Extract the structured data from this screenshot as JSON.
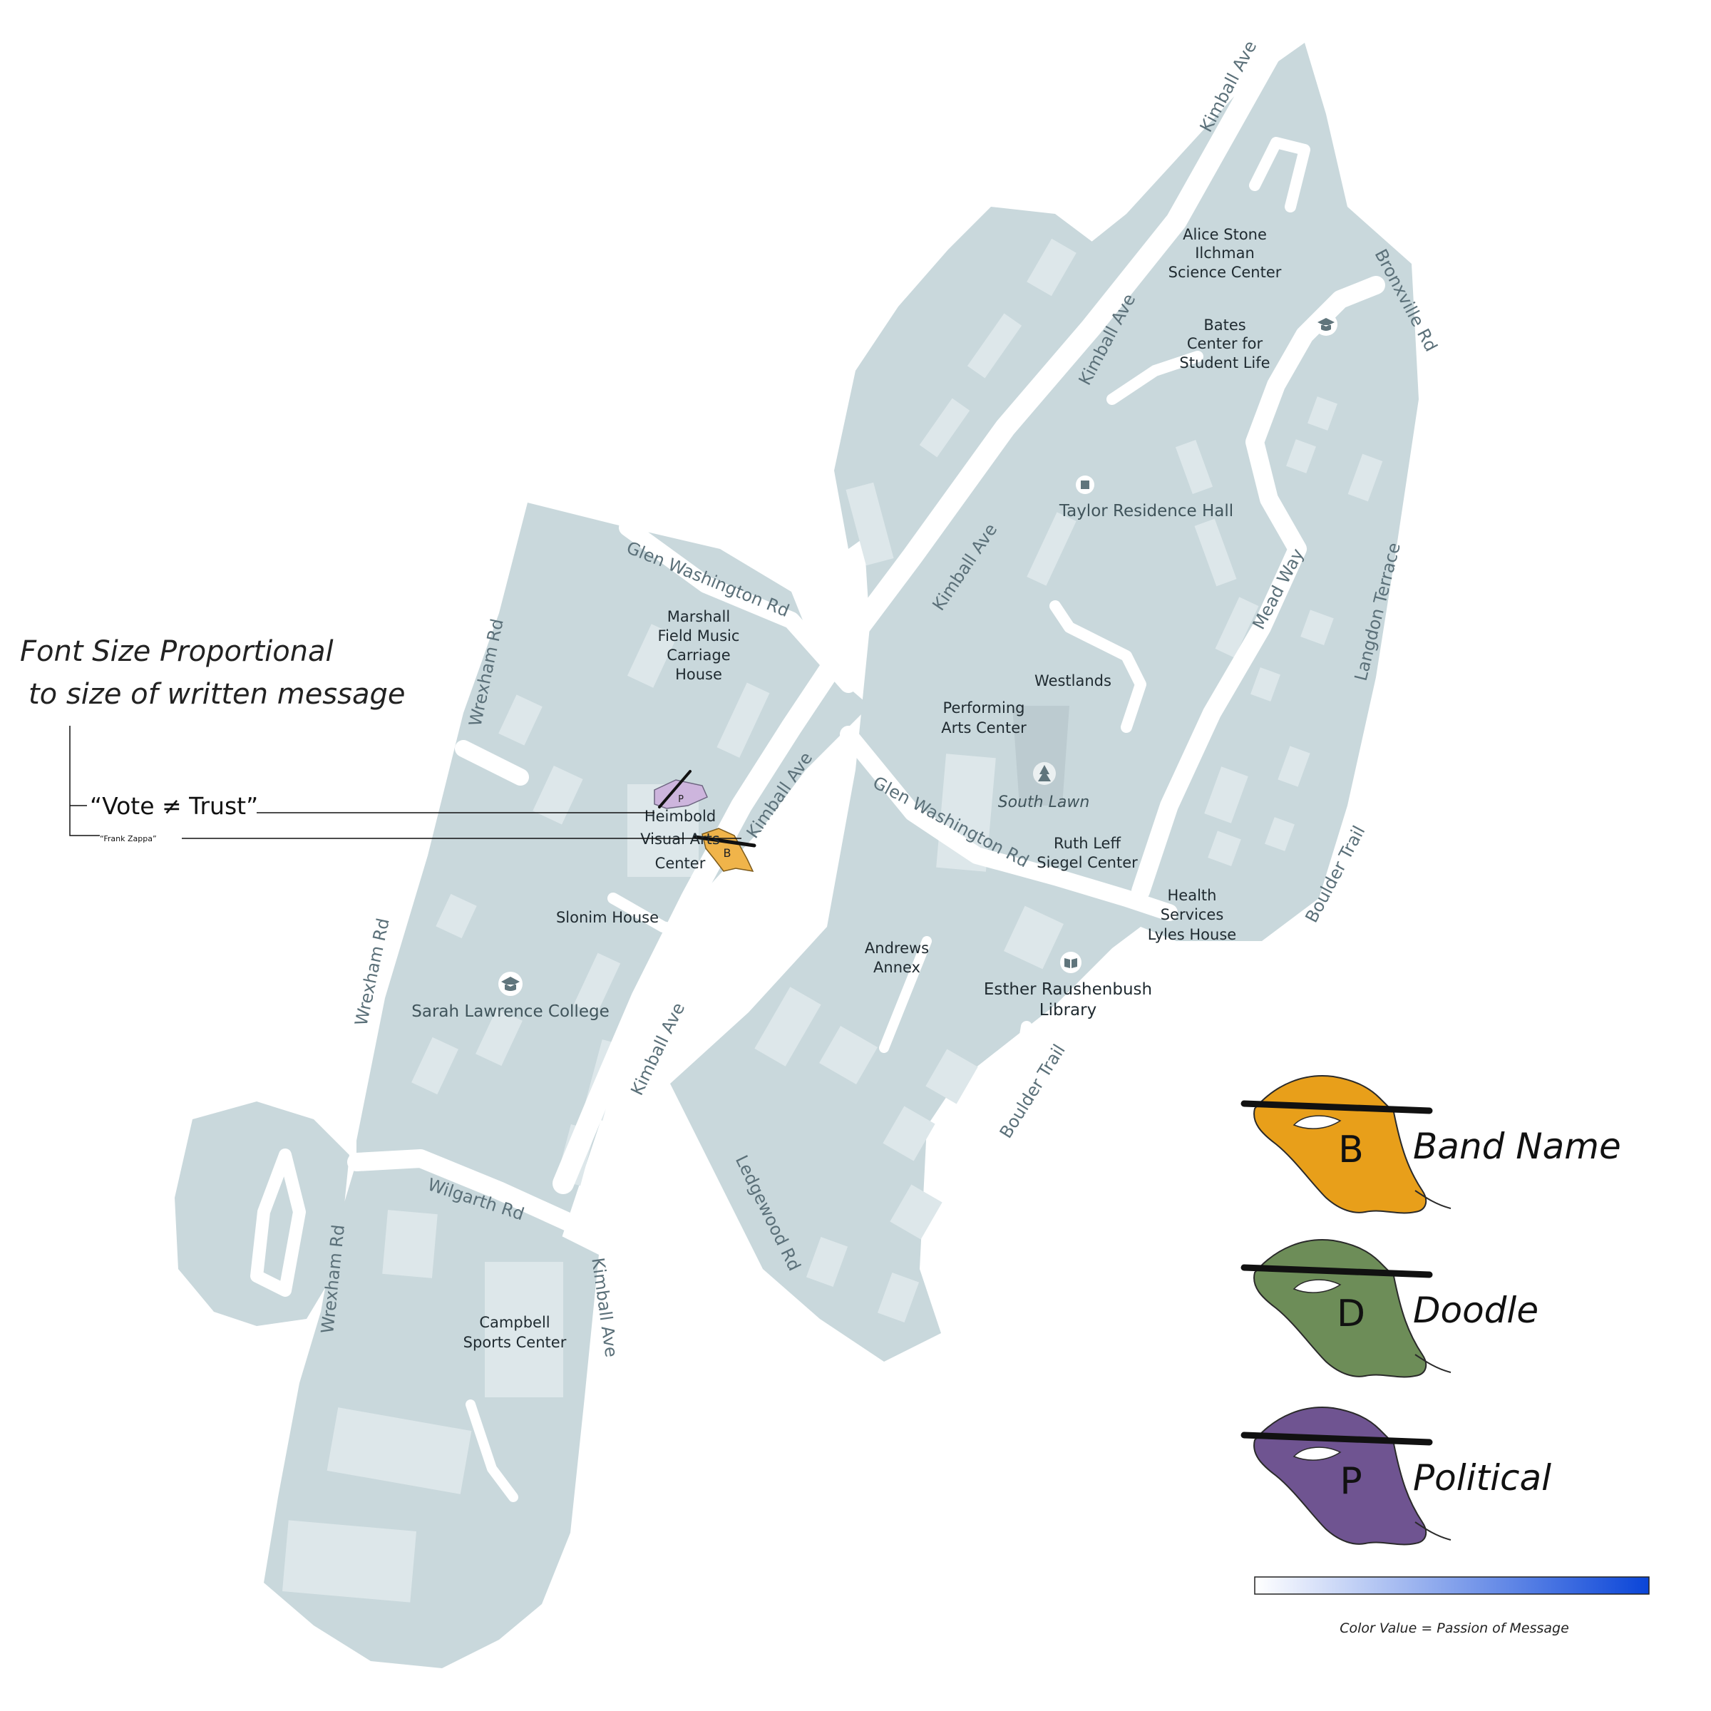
{
  "annotation": {
    "line1": "Font Size Proportional",
    "line2": "to size of written message",
    "quote_large": "“Vote ≠ Trust”",
    "quote_small": "“Frank Zappa”"
  },
  "places": {
    "alice_stone": [
      "Alice Stone",
      "Ilchman",
      "Science Center"
    ],
    "bates": [
      "Bates",
      "Center for",
      "Student Life"
    ],
    "taylor": "Taylor Residence Hall",
    "marshall": [
      "Marshall",
      "Field Music",
      "Carriage",
      "House"
    ],
    "westlands": "Westlands",
    "performing_arts": [
      "Performing",
      "Arts Center"
    ],
    "south_lawn": "South Lawn",
    "heimbold": [
      "Heimbold",
      "Visual Arts",
      "Center"
    ],
    "ruth_leff": [
      "Ruth Leff",
      "Siegel Center"
    ],
    "health": [
      "Health",
      "Services",
      "Lyles House"
    ],
    "slonim": "Slonim House",
    "andrews": [
      "Andrews",
      "Annex"
    ],
    "esther": [
      "Esther Raushenbush",
      "Library"
    ],
    "slc": "Sarah Lawrence College",
    "campbell": [
      "Campbell",
      "Sports Center"
    ]
  },
  "roads": {
    "kimball_ave": "Kimball Ave",
    "bronxville_rd": "Bronxville Rd",
    "glen_washington_rd": "Glen Washington Rd",
    "mead_way": "Mead Way",
    "langdon_terrace": "Langdon Terrace",
    "wrexham_rd": "Wrexham Rd",
    "boulder_trail": "Boulder Trail",
    "ledgewood_rd": "Ledgewood Rd",
    "wilgarth_rd": "Wilgarth Rd"
  },
  "markers": [
    {
      "letter": "P",
      "category": "Political",
      "color": "#cdb5dd"
    },
    {
      "letter": "B",
      "category": "Band Name",
      "color": "#f0b44a"
    }
  ],
  "legend": {
    "items": [
      {
        "letter": "B",
        "label": "Band Name",
        "color": "#e89f1a"
      },
      {
        "letter": "D",
        "label": "Doodle",
        "color": "#6d8d58"
      },
      {
        "letter": "P",
        "label": "Political",
        "color": "#6f5491"
      }
    ],
    "gradient": {
      "from": "#ffffff",
      "to": "#0a45d8"
    },
    "gradient_caption": "Color Value = Passion of Message"
  }
}
